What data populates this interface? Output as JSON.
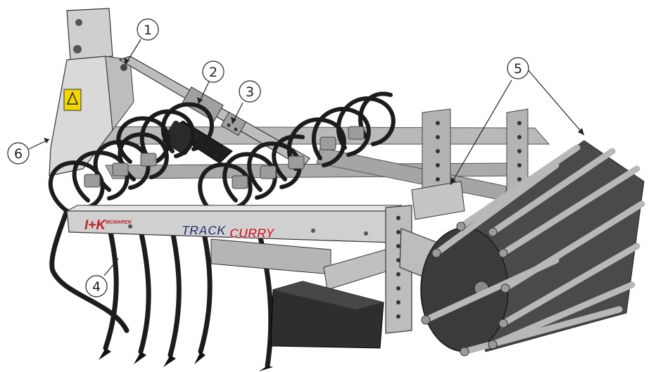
{
  "callouts": [
    {
      "id": "1",
      "label": "1"
    },
    {
      "id": "2",
      "label": "2"
    },
    {
      "id": "3",
      "label": "3"
    },
    {
      "id": "4",
      "label": "4"
    },
    {
      "id": "5",
      "label": "5"
    },
    {
      "id": "6",
      "label": "6"
    }
  ],
  "branding": {
    "logo_mark": "I+K",
    "logo_sub": "MCMAREN",
    "model_part1": "TRACK",
    "model_part2": "CURRY"
  },
  "colors": {
    "steel_light": "#c9c9c9",
    "steel_mid": "#a9a9a9",
    "steel_dark": "#6e6e6e",
    "tine_black": "#1c1c1c",
    "roller_dark": "#4a4a4a",
    "brand_red": "#c0202a",
    "brand_navy": "#2f3a6b",
    "warning_yellow": "#f2d600"
  }
}
